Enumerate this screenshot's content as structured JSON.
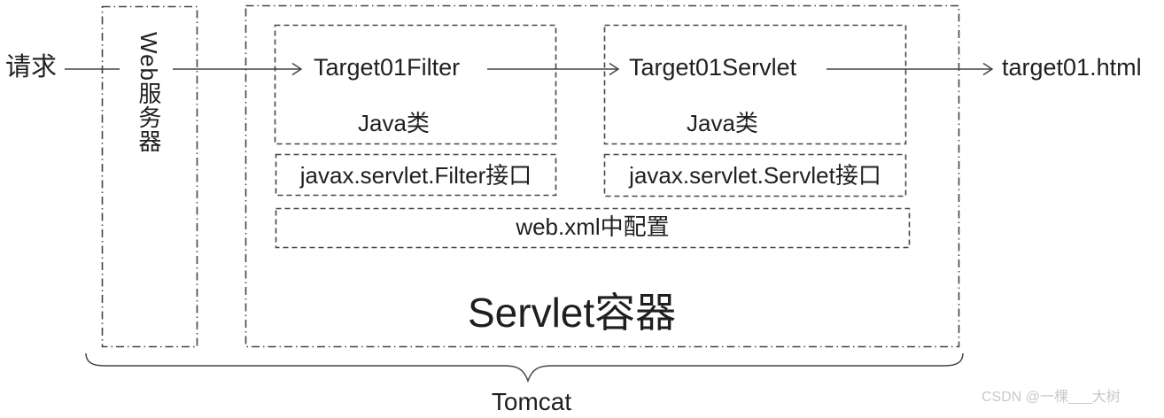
{
  "diagram": {
    "request_label": "请求",
    "web_server": {
      "label": "Web服务器"
    },
    "servlet_container": {
      "title": "Servlet容器",
      "filter_node": {
        "name": "Target01Filter",
        "type": "Java类",
        "interface": "javax.servlet.Filter接口"
      },
      "servlet_node": {
        "name": "Target01Servlet",
        "type": "Java类",
        "interface": "javax.servlet.Servlet接口"
      },
      "config": "web.xml中配置"
    },
    "output_label": "target01.html",
    "brace_label": "Tomcat",
    "watermark": "CSDN @一棵___大树"
  },
  "colors": {
    "line": "#454545",
    "text": "#1f1f1f",
    "watermark": "#c9c9c9",
    "background": "#ffffff"
  }
}
